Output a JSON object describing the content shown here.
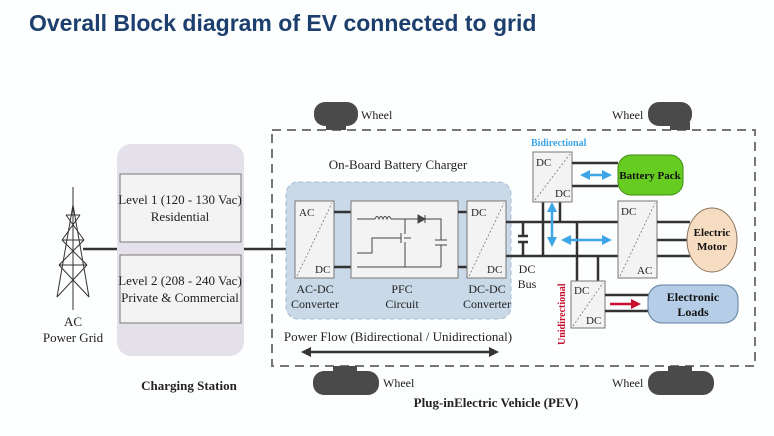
{
  "title": "Overall Block diagram of EV connected to grid",
  "grid": {
    "line1": "AC",
    "line2": "Power Grid"
  },
  "charging_station": {
    "label": "Charging Station",
    "level1": {
      "line1": "Level 1 (120 - 130 Vac)",
      "line2": "Residential"
    },
    "level2": {
      "line1": "Level 2 (208 - 240 Vac)",
      "line2": "Private & Commercial"
    }
  },
  "vehicle": {
    "label": "Plug-inElectric Vehicle (PEV)",
    "wheel_label": "Wheel",
    "obc": {
      "label": "On-Board Battery Charger",
      "acdc": {
        "in": "AC",
        "out": "DC",
        "name1": "AC-DC",
        "name2": "Converter"
      },
      "pfc": {
        "name1": "PFC",
        "name2": "Circuit"
      },
      "dcdc": {
        "in": "DC",
        "out": "DC",
        "name1": "DC-DC",
        "name2": "Converter"
      }
    },
    "dc_bus": {
      "line1": "DC",
      "line2": "Bus"
    },
    "power_flow": "Power Flow (Bidirectional / Unidirectional)",
    "bidirectional_label": "Bidirectional",
    "unidirectional_label": "Unidirectional",
    "battery_dcdc": {
      "in": "DC",
      "out": "DC"
    },
    "battery_pack": "Battery Pack",
    "inverter": {
      "in": "DC",
      "out": "AC"
    },
    "motor": {
      "line1": "Electric",
      "line2": "Motor"
    },
    "loads_dcdc": {
      "in": "DC",
      "out": "DC"
    },
    "loads": {
      "line1": "Electronic",
      "line2": "Loads"
    }
  },
  "colors": {
    "title": "#1c3f6e",
    "bidirectional": "#3ea6e6",
    "unidirectional": "#c8102e",
    "battery": "#66cc22",
    "motor": "#f6dcc0",
    "loads": "#b5cde6",
    "obc_bg": "#c9d9e8",
    "station_bg": "#e4e1ea"
  }
}
